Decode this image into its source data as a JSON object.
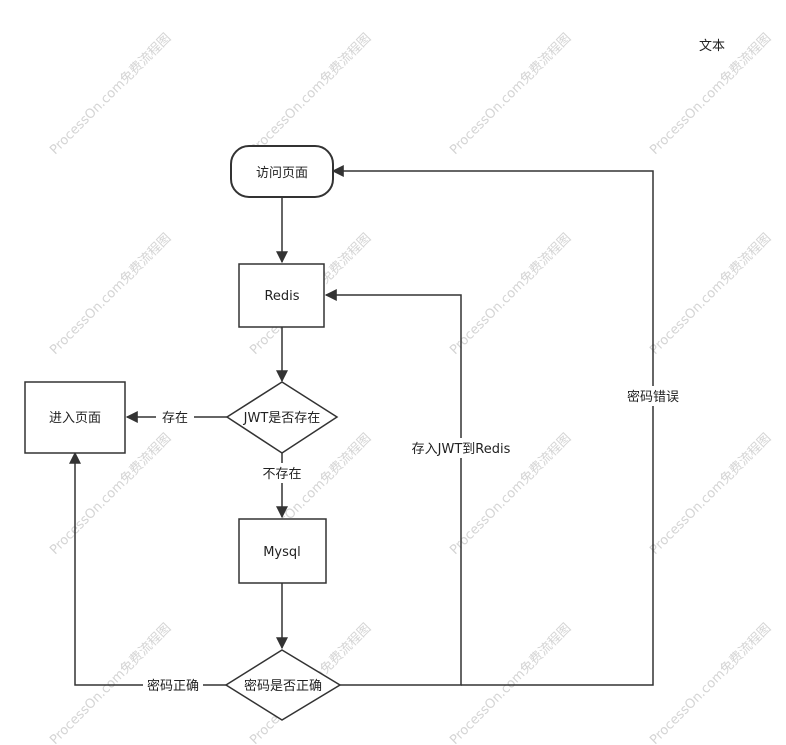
{
  "corner_text": "文本",
  "watermark": "ProcessOn.com免费流程图",
  "nodes": {
    "visit_page": "访问页面",
    "redis": "Redis",
    "jwt_check": "JWT是否存在",
    "enter_page": "进入页面",
    "mysql": "Mysql",
    "password_check": "密码是否正确"
  },
  "edges": {
    "exists": "存在",
    "not_exists": "不存在",
    "password_correct": "密码正确",
    "store_jwt": "存入JWT到Redis",
    "password_wrong": "密码错误"
  },
  "colors": {
    "stroke": "#333333",
    "watermark": "#d4d4d4"
  }
}
